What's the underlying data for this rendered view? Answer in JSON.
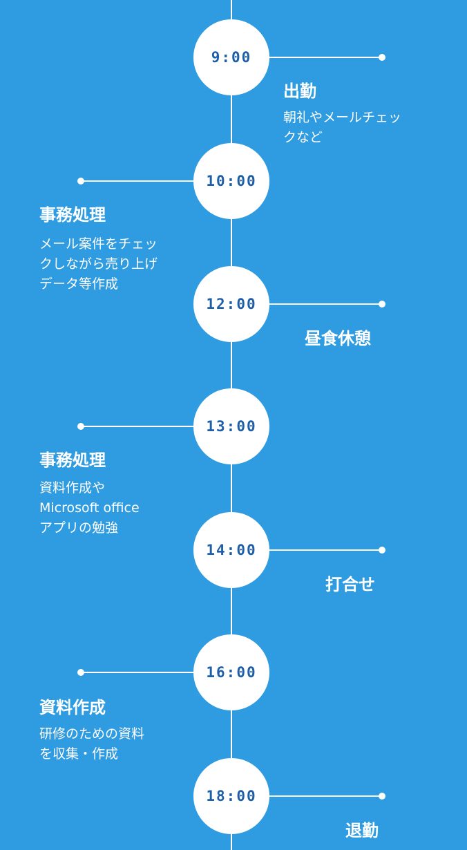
{
  "schedule": [
    {
      "time": "9:00",
      "title": "出勤",
      "desc": [
        "朝礼やメールチェッ",
        "クなど"
      ]
    },
    {
      "time": "10:00",
      "title": "事務処理",
      "desc": [
        "メール案件をチェッ",
        "クしながら売り上げ",
        "データ等作成"
      ]
    },
    {
      "time": "12:00",
      "title": "昼食休憩",
      "desc": []
    },
    {
      "time": "13:00",
      "title": "事務処理",
      "desc": [
        "資料作成や",
        "Microsoft office",
        "アプリの勉強"
      ]
    },
    {
      "time": "14:00",
      "title": "打合せ",
      "desc": []
    },
    {
      "time": "16:00",
      "title": "資料作成",
      "desc": [
        "研修のための資料",
        "を収集・作成"
      ]
    },
    {
      "time": "18:00",
      "title": "退勤",
      "desc": []
    }
  ]
}
